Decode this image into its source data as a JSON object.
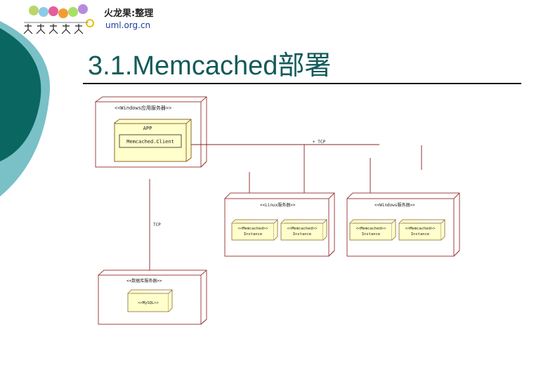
{
  "logo": {
    "cn": "火龙果:整理",
    "url": "uml.org.cn"
  },
  "slide": {
    "title": "3.1.Memcached部署"
  },
  "diagram": {
    "top_node": {
      "stereotype": "<<Windows应用服务器>>",
      "inner_name": "APP",
      "component": "Memcached.Client"
    },
    "link_right": "+ TCP",
    "link_down": "TCP",
    "linux_node": {
      "stereotype": "<<Linux服务器>>",
      "instances": [
        {
          "line1": "<<Memcached>>",
          "line2": "Instance"
        },
        {
          "line1": "<<Memcached>>",
          "line2": "Instance"
        }
      ]
    },
    "windows_node": {
      "stereotype": "<<Windows服务器>>",
      "instances": [
        {
          "line1": "<<Memcached>>",
          "line2": "Instance"
        },
        {
          "line1": "<<Memcached>>",
          "line2": "Instance"
        }
      ]
    },
    "db_node": {
      "stereotype": "<<数据库服务器>>",
      "component": "<<MySQL>>"
    }
  },
  "colors": {
    "teal_dark": "#0a6660",
    "teal_light": "#79c1c7",
    "title_teal": "#145a5a",
    "node_fill": "#ffffcc",
    "link_red": "#8b2020"
  }
}
